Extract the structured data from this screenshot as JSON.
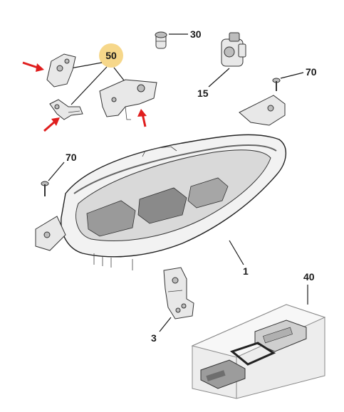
{
  "callouts": {
    "c50": "50",
    "c30": "30",
    "c70_top": "70",
    "c15": "15",
    "c70_left": "70",
    "c1": "1",
    "c40": "40",
    "c3": "3"
  },
  "colors": {
    "highlight_badge": "#f6d78a",
    "arrow": "#e01e1e"
  }
}
